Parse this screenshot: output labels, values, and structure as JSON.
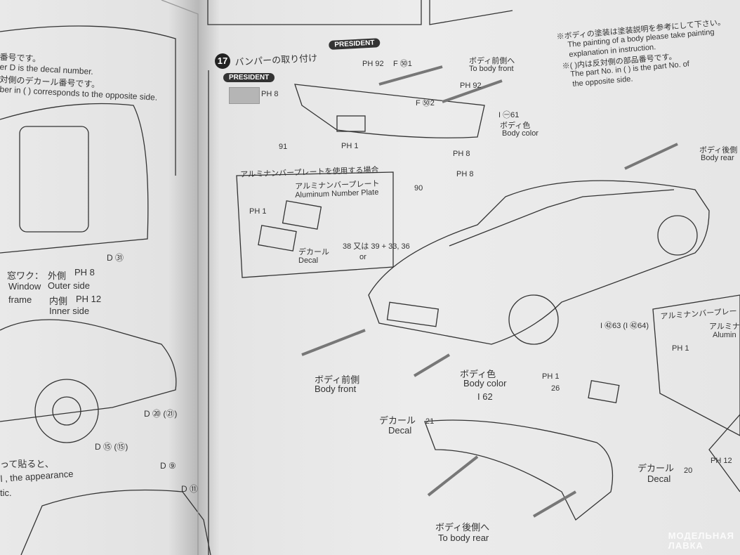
{
  "left_page": {
    "note_lines": [
      "番号です。",
      "er D is the decal number.",
      "対側のデカール番号です。",
      "ber in (   ) corresponds to the opposite side."
    ],
    "labels": {
      "d31": "D ㉛",
      "window_jp": "窓ワク：",
      "outer_jp": "外側",
      "ph8": "PH 8",
      "window_en": "Window",
      "outer_en": "Outer side",
      "frame_en": "frame",
      "inner_jp": "内側",
      "ph12": "PH 12",
      "inner_en": "Inner side",
      "d20": "D ⑳ (㉑)",
      "d15": "D ⑮ (⑮)",
      "jp_note": "って貼ると、",
      "en_note1": "l , the appearance",
      "en_note2": "tic.",
      "d9": "D ⑨",
      "d11": "D ⑪"
    }
  },
  "right_page": {
    "step_number": "17",
    "step_title": "バンパーの取り付け",
    "step_badge": "PRESIDENT",
    "president_badge": "PRESIDENT",
    "notes": [
      "※ボディの塗装は塗装説明を参考にして下さい。",
      "The painting of a body please take painting",
      "explanation in instruction.",
      "※(   )内は反対側の部品番号です。",
      "The part No. in (   ) is the part No. of",
      "the opposite side."
    ],
    "labels": {
      "swatch_ph8": "PH 8",
      "ph92_a": "PH 92",
      "f51": "F ㊿1",
      "to_body_front_jp": "ボディ前側へ",
      "to_body_front_en": "To body front",
      "f52": "F ㊿2",
      "ph92_b": "PH 92",
      "i61": "I ㊀61",
      "body_color_jp": "ボディ色",
      "body_color_en": "Body color",
      "p91": "91",
      "ph1": "PH 1",
      "ph8_a": "PH 8",
      "ph8_b": "PH 8",
      "p90": "90",
      "body_rear_jp": "ボディ後側",
      "body_rear_en": "Body rear",
      "i63_64": "I ㊷63 (I ㊷64)",
      "body_front_jp": "ボディ前側",
      "body_front_en": "Body front",
      "body_color2_jp": "ボディ色",
      "body_color2_en": "Body color",
      "i62": "I 62",
      "ph1_b": "PH 1",
      "p26": "26",
      "decal_jp": "デカール",
      "decal_en": "Decal",
      "d21": "21",
      "decal2_jp": "デカール",
      "decal2_en": "Decal",
      "d20": "20",
      "ph12": "PH 12",
      "to_body_rear_jp": "ボディ後側へ",
      "to_body_rear_en": "To body rear"
    },
    "inset_plate": {
      "title": "アルミナンバープレートを使用する場合",
      "sub_jp": "アルミナンバープレート",
      "sub_en": "Aluminum Number Plate",
      "ph1": "PH 1",
      "decal_jp": "デカール",
      "decal_en": "Decal",
      "parts": "38 又は 39 + 33, 36",
      "or": "or"
    },
    "inset_plate_right": {
      "title": "アルミナンバープレー",
      "sub_jp": "アルミナ",
      "sub_en": "Alumin",
      "ph1": "PH 1"
    }
  },
  "watermark": [
    "МОДЕЛЬНАЯ",
    "ЛАВКА"
  ]
}
